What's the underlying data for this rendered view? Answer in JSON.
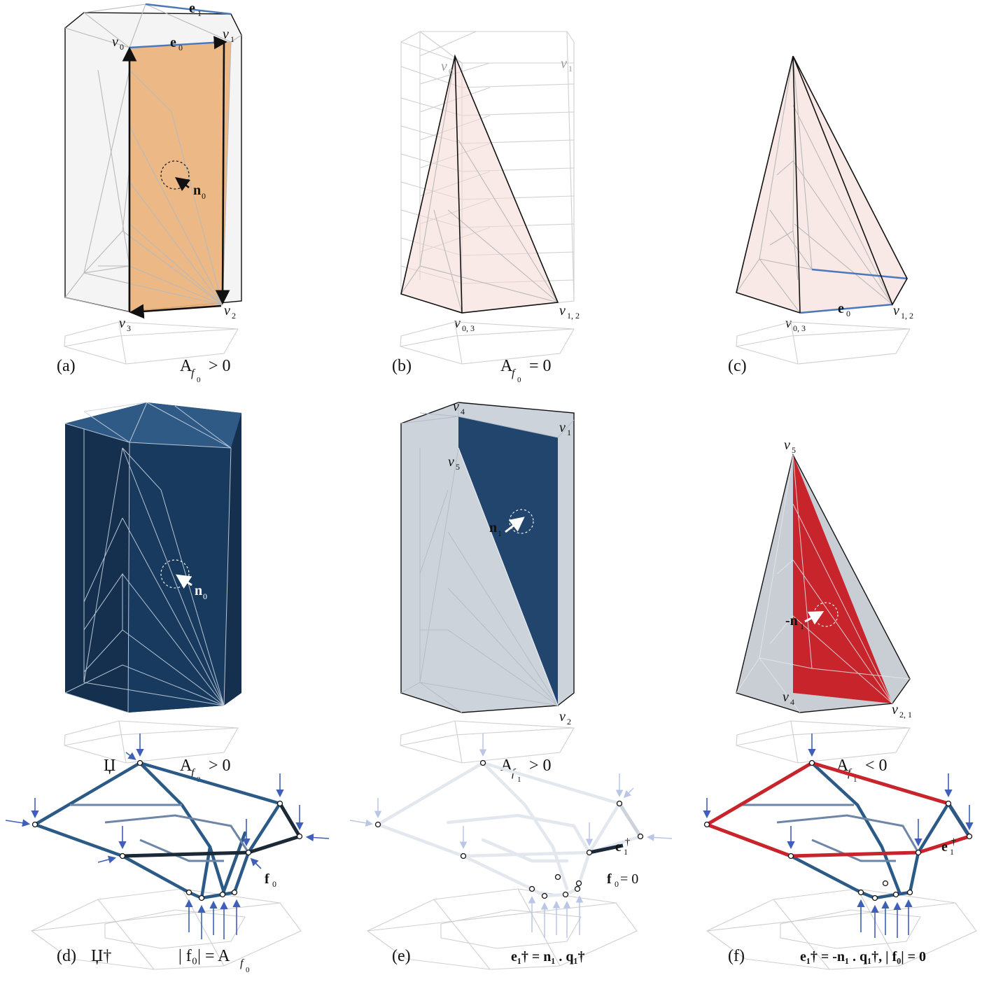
{
  "panels": {
    "a": {
      "label": "(a)",
      "area_symbol": "A",
      "area_sub": "f",
      "area_subsub": "0",
      "relation": "> 0",
      "v0": "v",
      "v0_sub": "0",
      "v1": "v",
      "v1_sub": "1",
      "v2": "v",
      "v2_sub": "2",
      "v3": "v",
      "v3_sub": "3",
      "e0": "e",
      "e0_sub": "0",
      "e1": "e",
      "e1_sub": "1",
      "n0": "n",
      "n0_sub": "0"
    },
    "b": {
      "label": "(b)",
      "area_symbol": "A",
      "area_sub": "f",
      "area_subsub": "0",
      "relation": "= 0",
      "v0": "v",
      "v0_sub": "0",
      "v1": "v",
      "v1_sub": "1",
      "v03": "v",
      "v03_sub": "0, 3",
      "v12": "v",
      "v12_sub": "1, 2"
    },
    "c": {
      "label": "(c)",
      "v03": "v",
      "v03_sub": "0, 3",
      "v12": "v",
      "v12_sub": "1, 2",
      "e0": "e",
      "e0_sub": "0"
    },
    "d_top": {
      "glyph": "Џ",
      "area_symbol": "A",
      "area_sub": "f",
      "area_subsub": "0",
      "relation": "> 0",
      "n0": "n",
      "n0_sub": "0"
    },
    "e_top": {
      "area_symbol": "A",
      "area_sub": "f",
      "area_subsub": "1",
      "relation": "> 0",
      "v4": "v",
      "v4_sub": "4",
      "v1": "v",
      "v1_sub": "1",
      "v5": "v",
      "v5_sub": "5",
      "v2": "v",
      "v2_sub": "2",
      "n1": "n",
      "n1_sub": "1"
    },
    "f_top": {
      "area_symbol": "A",
      "area_sub": "f",
      "area_subsub": "1",
      "relation": "< 0",
      "v5": "v",
      "v5_sub": "5",
      "v4": "v",
      "v4_sub": "4",
      "v21": "v",
      "v21_sub": "2, 1",
      "neg_n1": "-n",
      "neg_n1_sub": "1"
    },
    "d": {
      "label": "(d)",
      "glyph": "Џ†",
      "f0": "f",
      "f0_sub": "0",
      "caption": "| f₀| = A",
      "caption_sub": "f",
      "caption_subsub": "0"
    },
    "e": {
      "label": "(e)",
      "e1": "e",
      "e1_sub": "1",
      "e1_sup": "†",
      "f0_eq": "f",
      "f0_eq_sub": "0",
      "f0_eq_rhs": "= 0",
      "caption": "e₁† = n₁ . q₁†"
    },
    "f": {
      "label": "(f)",
      "e1": "e",
      "e1_sub": "1",
      "e1_sup": "†",
      "caption": "e₁† = -n₁ . q₁†, | f₀| = 0"
    }
  },
  "colors": {
    "orange": "#eab37c",
    "navy": "#15304f",
    "navy_face": "#22456e",
    "pink": "#f6e3e1",
    "red": "#c8242b",
    "grey_face": "#cdd3da",
    "blue_edge": "#4a78b8",
    "force_blue": "#3f5fb8"
  }
}
